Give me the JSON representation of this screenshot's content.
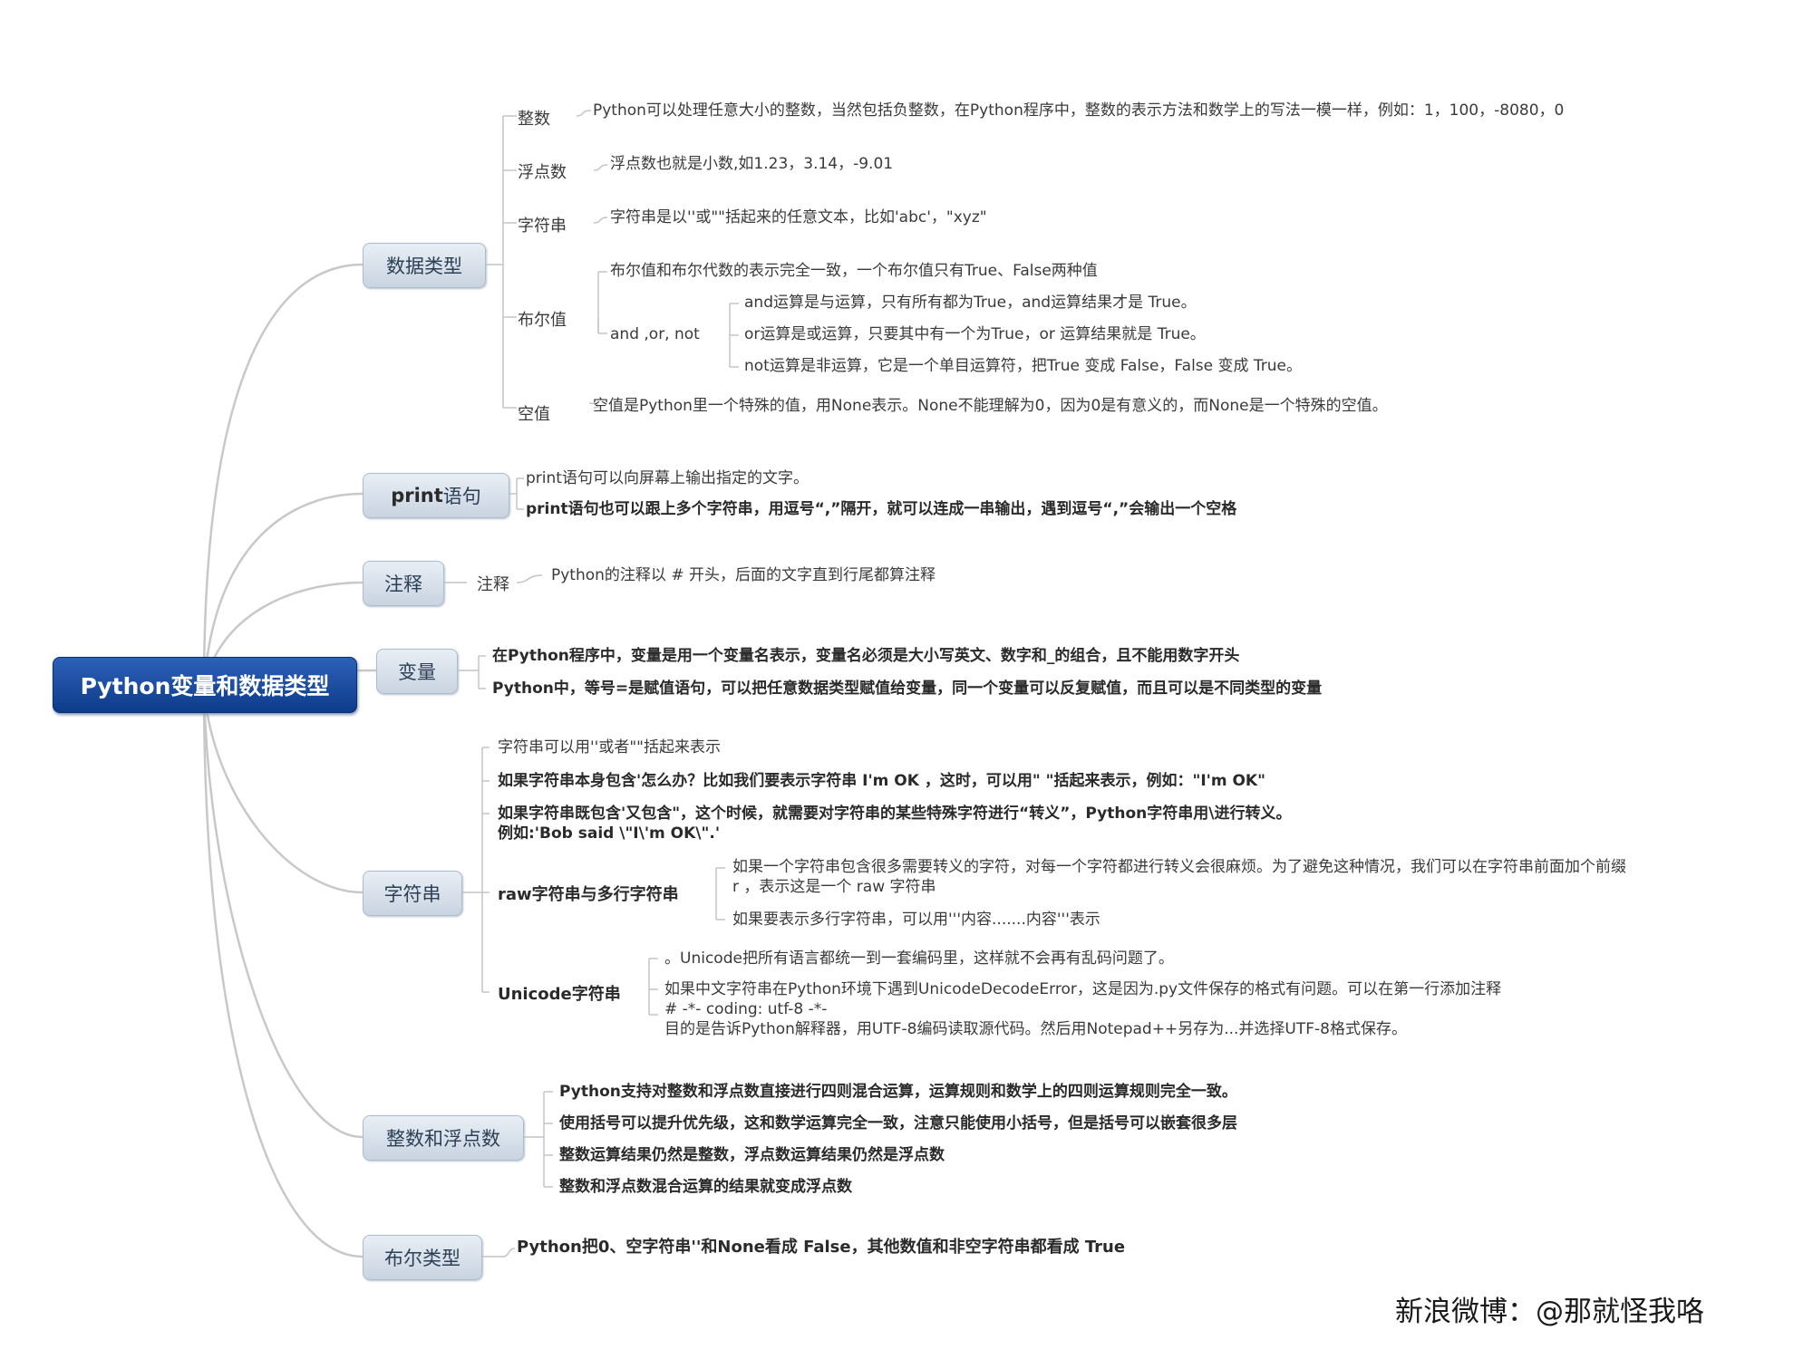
{
  "root": "Python变量和数据类型",
  "datatypes": {
    "label": "数据类型",
    "int": {
      "label": "整数",
      "text": "Python可以处理任意大小的整数，当然包括负整数，在Python程序中，整数的表示方法和数学上的写法一模一样，例如：1，100，-8080，0"
    },
    "float": {
      "label": "浮点数",
      "text": "浮点数也就是小数,如1.23，3.14，-9.01"
    },
    "string": {
      "label": "字符串",
      "text": "字符串是以''或\"\"括起来的任意文本，比如'abc'，\"xyz\""
    },
    "bool": {
      "label": "布尔值",
      "text": "布尔值和布尔代数的表示完全一致，一个布尔值只有True、False两种值",
      "ops_label": "and ,or, not",
      "ops": [
        "and运算是与运算，只有所有都为True，and运算结果才是 True。",
        "or运算是或运算，只要其中有一个为True，or 运算结果就是 True。",
        "not运算是非运算，它是一个单目运算符，把True 变成 False，False 变成 True。"
      ]
    },
    "none": {
      "label": "空值",
      "text": "空值是Python里一个特殊的值，用None表示。None不能理解为0，因为0是有意义的，而None是一个特殊的空值。"
    }
  },
  "print": {
    "label_bold": "print",
    "label_rest": "语句",
    "lines": [
      "print语句可以向屏幕上输出指定的文字。",
      "print语句也可以跟上多个字符串，用逗号“,”隔开，就可以连成一串输出，遇到逗号“,”会输出一个空格"
    ]
  },
  "comment": {
    "label": "注释",
    "sub": "注释",
    "text": "Python的注释以 # 开头，后面的文字直到行尾都算注释"
  },
  "variable": {
    "label": "变量",
    "lines": [
      "在Python程序中，变量是用一个变量名表示，变量名必须是大小写英文、数字和_的组合，且不能用数字开头",
      "Python中，等号=是赋值语句，可以把任意数据类型赋值给变量，同一个变量可以反复赋值，而且可以是不同类型的变量"
    ]
  },
  "strings": {
    "label": "字符串",
    "line1": "字符串可以用''或者\"\"括起来表示",
    "line2": "如果字符串本身包含'怎么办？比如我们要表示字符串 I'm OK ，这时，可以用\" \"括起来表示，例如：\"I'm OK\"",
    "line3": "如果字符串既包含'又包含\"，这个时候，就需要对字符串的某些特殊字符进行“转义”，Python字符串用\\进行转义。\n例如:'Bob said \\\"I\\'m OK\\\".'",
    "raw": {
      "label": "raw字符串与多行字符串",
      "t1": "如果一个字符串包含很多需要转义的字符，对每一个字符都进行转义会很麻烦。为了避免这种情况，我们可以在字符串前面加个前缀\nr ，表示这是一个 raw 字符串",
      "t2": "如果要表示多行字符串，可以用'''内容.......内容'''表示"
    },
    "unicode": {
      "label": "Unicode字符串",
      "t1": "。Unicode把所有语言都统一到一套编码里，这样就不会再有乱码问题了。",
      "t2": "如果中文字符串在Python环境下遇到UnicodeDecodeError，这是因为.py文件保存的格式有问题。可以在第一行添加注释\n# -*- coding: utf-8 -*-\n目的是告诉Python解释器，用UTF-8编码读取源代码。然后用Notepad++另存为...并选择UTF-8格式保存。"
    }
  },
  "numbers": {
    "label": "整数和浮点数",
    "lines": [
      "Python支持对整数和浮点数直接进行四则混合运算，运算规则和数学上的四则运算规则完全一致。",
      "使用括号可以提升优先级，这和数学运算完全一致，注意只能使用小括号，但是括号可以嵌套很多层",
      "整数运算结果仍然是整数，浮点数运算结果仍然是浮点数",
      "整数和浮点数混合运算的结果就变成浮点数"
    ]
  },
  "booltype": {
    "label": "布尔类型",
    "text": "Python把0、空字符串''和None看成 False，其他数值和非空字符串都看成 True"
  },
  "watermark": "新浪微博：@那就怪我咯"
}
